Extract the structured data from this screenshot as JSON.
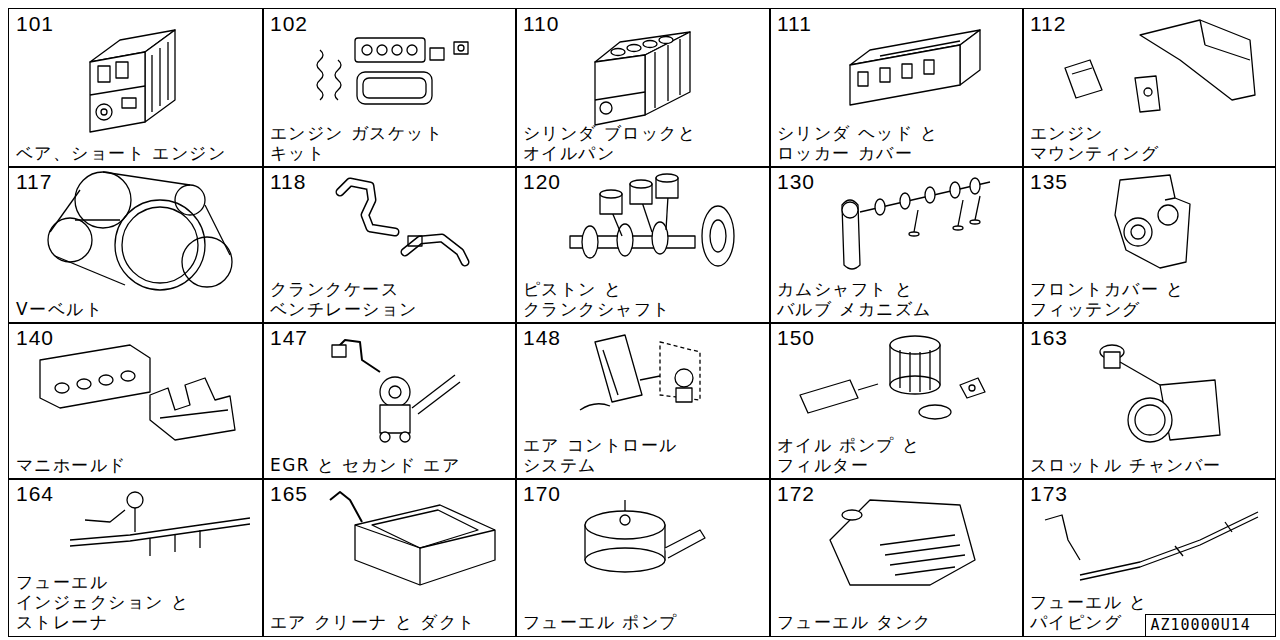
{
  "diagram": {
    "nodes": [
      {
        "text": [
          "101",
          "ベア、ショート エンジン"
        ]
      },
      {
        "text": [
          "102",
          "エンジン ガスケット キット"
        ]
      },
      {
        "text": [
          "110",
          "シリンダ ブロックと オイルパン"
        ]
      },
      {
        "text": [
          "111",
          "シリンダ ヘッド と ロッカー カバー"
        ]
      },
      {
        "text": [
          "112",
          "エンジン マウンティング"
        ]
      },
      {
        "text": [
          "117",
          "Vーベルト"
        ]
      },
      {
        "text": [
          "118",
          "クランクケース ベンチレーション"
        ]
      },
      {
        "text": [
          "120",
          "ピストン と クランクシャフト"
        ]
      },
      {
        "text": [
          "130",
          "カムシャフト と バルブ メカニズム"
        ]
      },
      {
        "text": [
          "135",
          "フロントカバー と フィッテング"
        ]
      },
      {
        "text": [
          "140",
          "マニホールド"
        ]
      },
      {
        "text": [
          "147",
          "EGR と セカンド エア"
        ]
      },
      {
        "text": [
          "148",
          "エア コントロール システム"
        ]
      },
      {
        "text": [
          "150",
          "オイル ポンプ と フィルター"
        ]
      },
      {
        "text": [
          "163",
          "スロットル チャンバー"
        ]
      },
      {
        "text": [
          "164",
          "フューエル インジェクション と ストレーナ"
        ]
      },
      {
        "text": [
          "165",
          "エア クリーナ と ダクト"
        ]
      },
      {
        "text": [
          "170",
          "フューエル ポンプ"
        ]
      },
      {
        "text": [
          "172",
          "フューエル タンク"
        ]
      },
      {
        "text": [
          "173",
          "フューエル と パイピング"
        ]
      },
      {
        "text": [
          "AZ10000U14"
        ]
      }
    ]
  }
}
